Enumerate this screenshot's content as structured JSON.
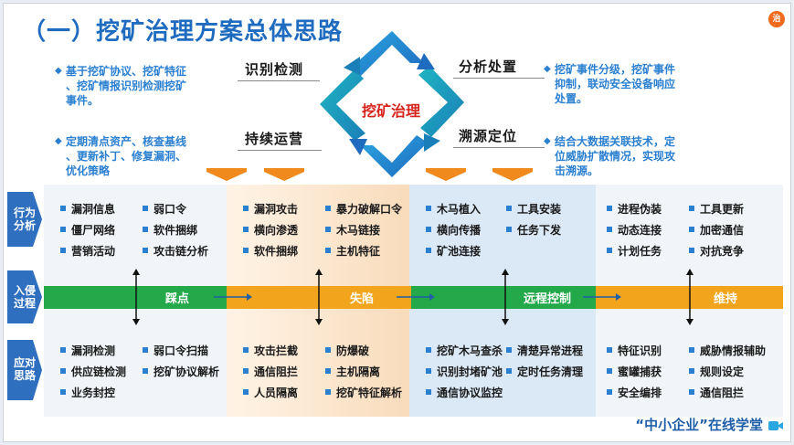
{
  "title": "（一）挖矿治理方案总体思路",
  "logo_text": "治",
  "cycle": {
    "center": "挖矿治理",
    "phases": {
      "identify": "识别检测",
      "analyze": "分析处置",
      "operate": "持续运营",
      "trace": "溯源定位"
    }
  },
  "bullets": {
    "tl1": [
      "基于挖矿协议、挖矿特征",
      "、挖矿情报识别检测挖矿",
      "事件。"
    ],
    "tl2": [
      "定期清点资产、核查基线",
      "、更新补丁、修复漏洞、",
      "优化策略"
    ],
    "tr1": [
      "挖矿事件分级，挖矿事件",
      "抑制，联动安全设备响应",
      "处置。"
    ],
    "tr2": [
      "结合大数据关联技术，定",
      "位威胁扩散情况，实现攻",
      "击溯源。"
    ]
  },
  "row_labels": {
    "behavior": [
      "行为",
      "分析"
    ],
    "intrusion": [
      "入侵",
      "过程"
    ],
    "response": [
      "应对",
      "思路"
    ]
  },
  "stages": [
    "踩点",
    "失陷",
    "远程控制",
    "维持"
  ],
  "behavior": {
    "c1a": [
      "漏洞信息",
      "僵尸网络",
      "营销活动"
    ],
    "c1b": [
      "弱口令",
      "软件捆绑",
      "攻击链分析"
    ],
    "c2a": [
      "漏洞攻击",
      "横向渗透",
      "软件捆绑"
    ],
    "c2b": [
      "暴力破解口令",
      "木马链接",
      "主机特征"
    ],
    "c3a": [
      "木马植入",
      "横向传播",
      "矿池连接"
    ],
    "c3b": [
      "工具安装",
      "任务下发"
    ],
    "c4a": [
      "进程伪装",
      "动态连接",
      "计划任务"
    ],
    "c4b": [
      "工具更新",
      "加密通信",
      "对抗竞争"
    ]
  },
  "response": {
    "c1a": [
      "漏洞检测",
      "供应链检测",
      "业务封控"
    ],
    "c1b": [
      "弱口令扫描",
      "挖矿协议解析"
    ],
    "c2a": [
      "攻击拦截",
      "通信阻拦",
      "人员隔离"
    ],
    "c2b": [
      "防爆破",
      "主机隔离",
      "挖矿特征解析"
    ],
    "c3a": [
      "挖矿木马查杀",
      "识别封堵矿池",
      "通信协议监控"
    ],
    "c3b": [
      "清楚异常进程",
      "定时任务清理"
    ],
    "c4a": [
      "特征识别",
      "蜜罐捕获",
      "安全编排"
    ],
    "c4b": [
      "威胁情报辅助",
      "规则设定",
      "通信阻拦"
    ]
  },
  "footer": "“中小企业”在线学堂",
  "colors": {
    "title": "#1f6bbf",
    "bullet": "#2a7fd0",
    "stage_green": "#23a84a",
    "stage_orange": "#f2a51c",
    "label_blue": "#2f6fbf",
    "accent_red": "#d6231c"
  }
}
